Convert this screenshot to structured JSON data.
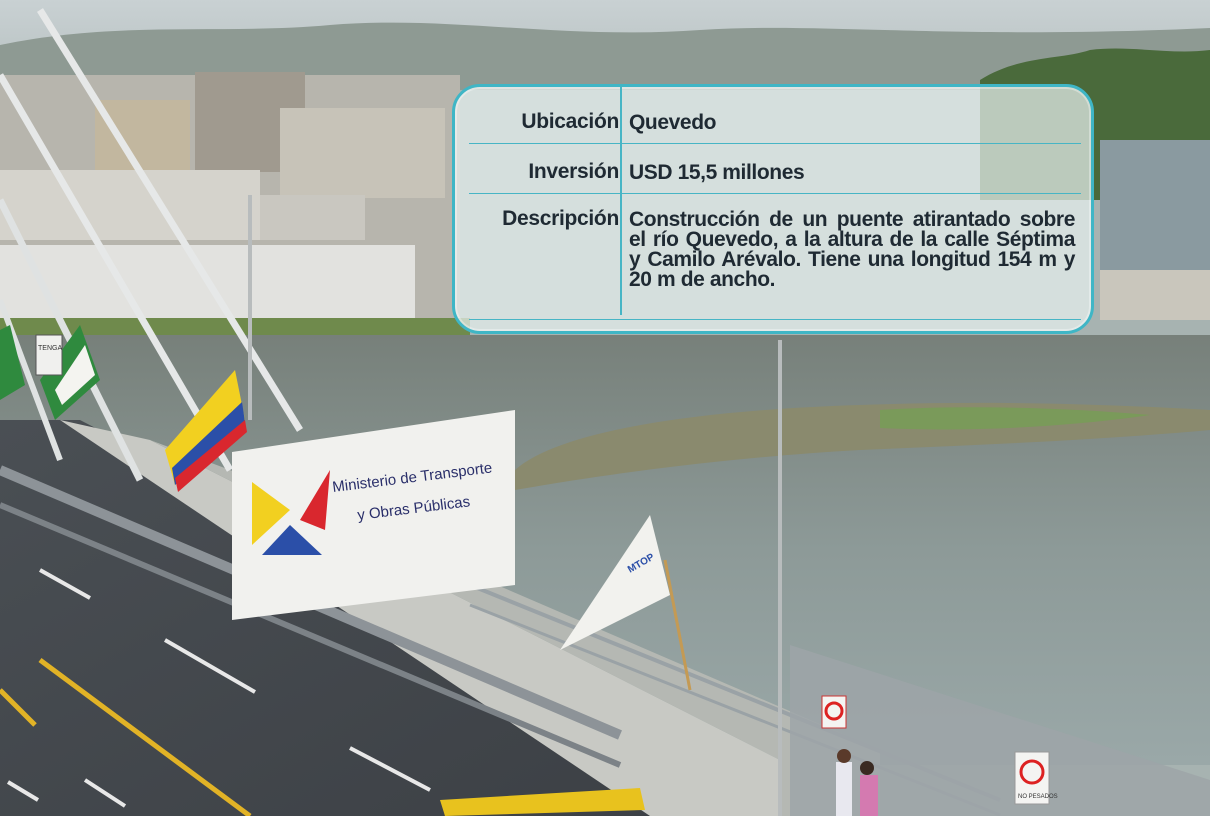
{
  "info_card": {
    "rows": [
      {
        "label": "Ubicación",
        "value": "Quevedo"
      },
      {
        "label": "Inversión",
        "value": "USD 15,5 millones"
      },
      {
        "label": "Descripción",
        "value": "Construcción de un puente atirantado sobre el río Quevedo, a la altura de la calle Séptima y Camilo Arévalo. Tiene una longitud 154 m y 20 m de ancho."
      }
    ]
  },
  "banner": {
    "line1": "Ministerio de Transporte",
    "line2": "y Obras Públicas"
  },
  "flag_logo_text": "MTOP",
  "signs": {
    "no_heavy_1": "NO PESADOS",
    "left_sign": "TENGA"
  },
  "colors": {
    "card_border": "#3fb6c6",
    "text": "#1f2a33"
  }
}
